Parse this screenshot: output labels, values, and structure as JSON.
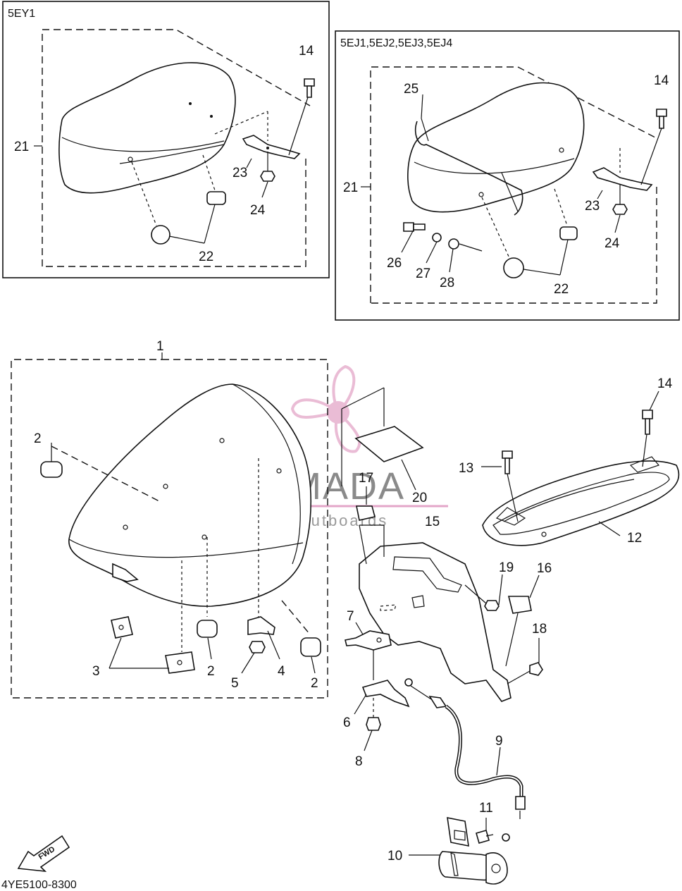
{
  "boxes": {
    "left_title": "5EY1",
    "right_title": "5EJ1,5EJ2,5EJ3,5EJ4"
  },
  "watermark": {
    "brand": "ARMADA",
    "tagline": "marine outboards",
    "accent_color": "#e3a6c8",
    "logo_icon": "propeller-icon"
  },
  "labels": {
    "l14a": "14",
    "l21a": "21",
    "l23a": "23",
    "l24a": "24",
    "l22a": "22",
    "l25": "25",
    "l14b": "14",
    "l21b": "21",
    "l23b": "23",
    "l24b": "24",
    "l26": "26",
    "l27": "27",
    "l28": "28",
    "l22b": "22",
    "l1": "1",
    "l2a": "2",
    "l2b": "2",
    "l2c": "2",
    "l3": "3",
    "l4": "4",
    "l5": "5",
    "l17": "17",
    "l20": "20",
    "l15": "15",
    "l14c": "14",
    "l13": "13",
    "l12": "12",
    "l19": "19",
    "l16": "16",
    "l18": "18",
    "l7": "7",
    "l6": "6",
    "l8": "8",
    "l9": "9",
    "l11": "11",
    "l10": "10"
  },
  "fwd_label": "FWD",
  "diagram_code": "4YE5100-8300"
}
